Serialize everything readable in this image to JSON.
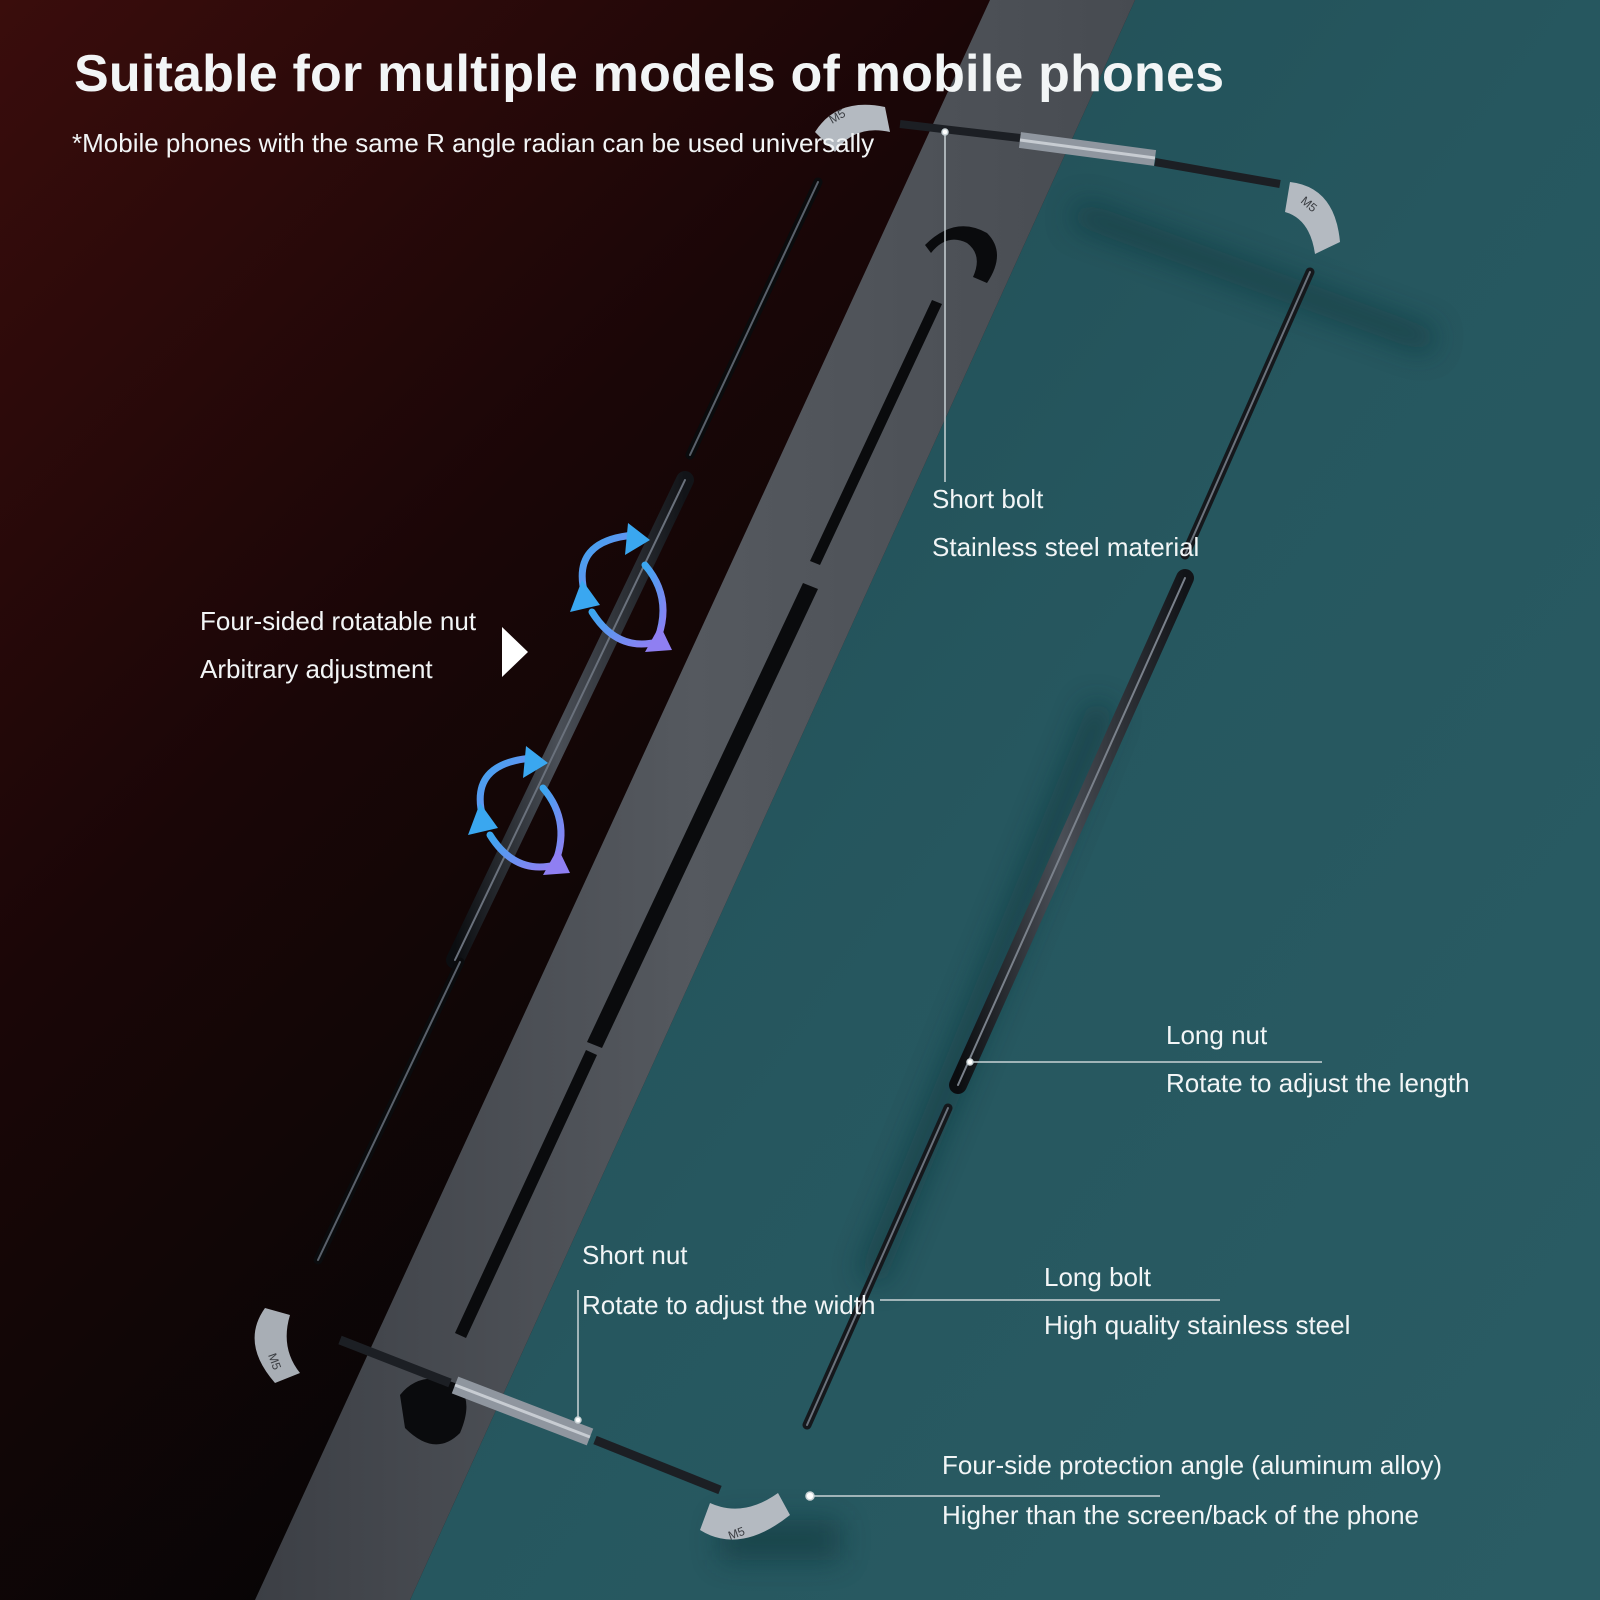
{
  "header": {
    "title": "Suitable for multiple models of mobile phones",
    "subtitle": "*Mobile phones with the same R angle radian can be used universally"
  },
  "callouts": {
    "short_bolt": {
      "title": "Short bolt",
      "detail": "Stainless steel material"
    },
    "rotatable_nut": {
      "title": "Four-sided rotatable nut",
      "detail": "Arbitrary adjustment"
    },
    "long_nut": {
      "title": "Long nut",
      "detail": "Rotate to adjust the length"
    },
    "short_nut": {
      "title": "Short nut",
      "detail": "Rotate to adjust the width"
    },
    "long_bolt": {
      "title": "Long bolt",
      "detail": "High quality stainless steel"
    },
    "protection_angle": {
      "title": "Four-side protection angle (aluminum alloy)",
      "detail": "Higher than the screen/back of the phone"
    }
  },
  "corner_marks": [
    "M5",
    "M5",
    "M5",
    "M5"
  ],
  "colors": {
    "background_left": "#3a0d0c",
    "background_dark": "#050505",
    "background_right": "#23545c",
    "panel": "#4d5158",
    "rotation_arrow": "#3aa7f0",
    "rotation_arrow_end": "#8f7ff2",
    "leader_line": "#c9d3d6"
  }
}
